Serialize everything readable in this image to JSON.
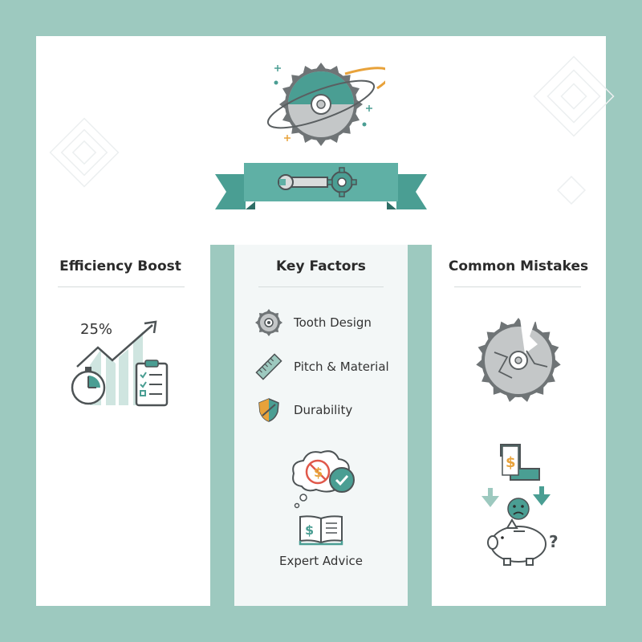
{
  "columns": {
    "left": {
      "title": "Efficiency Boost",
      "percent": "25%"
    },
    "middle": {
      "title": "Key Factors",
      "factors": [
        {
          "label": "Tooth Design",
          "icon": "saw-blade-icon"
        },
        {
          "label": "Pitch & Material",
          "icon": "ruler-icon"
        },
        {
          "label": "Durability",
          "icon": "shield-icon"
        }
      ],
      "advice_label": "Expert Advice"
    },
    "right": {
      "title": "Common Mistakes"
    }
  },
  "colors": {
    "teal": "#4a9e93",
    "teal_light": "#9dc9bf",
    "gray": "#b9bcbd",
    "orange": "#e8a23a",
    "red": "#e0584a"
  }
}
